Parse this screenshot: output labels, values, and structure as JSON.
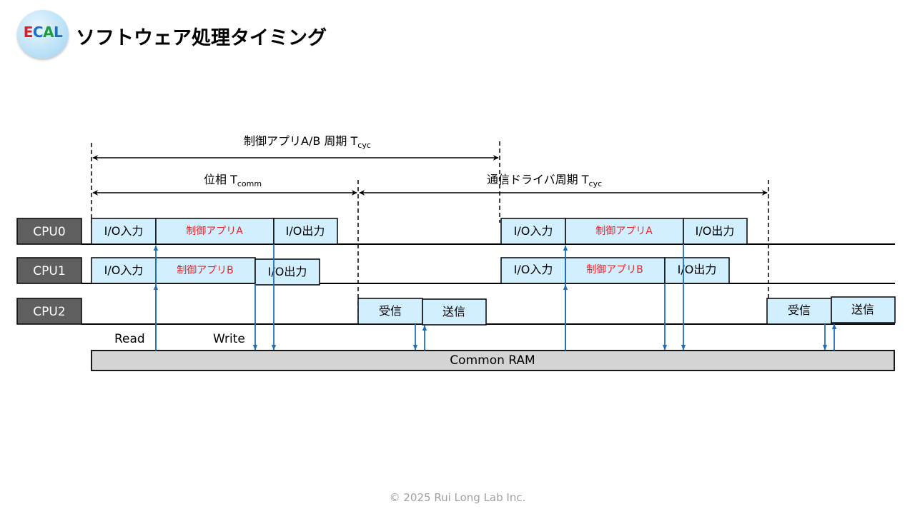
{
  "header": {
    "title": "ソフトウェア処理タイミング",
    "logo_letters": [
      "E",
      "C",
      "A",
      "L"
    ]
  },
  "timing": {
    "cycle_ab_label": "制御アプリA/B 周期 T",
    "cycle_ab_sub": "cyc",
    "phase_label": "位相 T",
    "phase_sub": "comm",
    "driver_cycle_label": "通信ドライバ周期 T",
    "driver_cycle_sub": "cyc"
  },
  "cpus": [
    {
      "name": "CPU0"
    },
    {
      "name": "CPU1"
    },
    {
      "name": "CPU2"
    }
  ],
  "tasks": {
    "io_in": "I/O入力",
    "io_out": "I/O出力",
    "app_a": "制御アプリA",
    "app_b": "制御アプリB",
    "recv": "受信",
    "send": "送信"
  },
  "labels": {
    "read": "Read",
    "write": "Write",
    "ram": "Common RAM"
  },
  "colors": {
    "task_fill": "#d1efff",
    "app_text": "#e4262b",
    "arrow": "#1f6fb6",
    "cpu_label_bg": "#5f5f5f",
    "ram_fill": "#d4d4d4"
  },
  "footer": {
    "copyright": "© 2025 Rui Long Lab Inc."
  }
}
